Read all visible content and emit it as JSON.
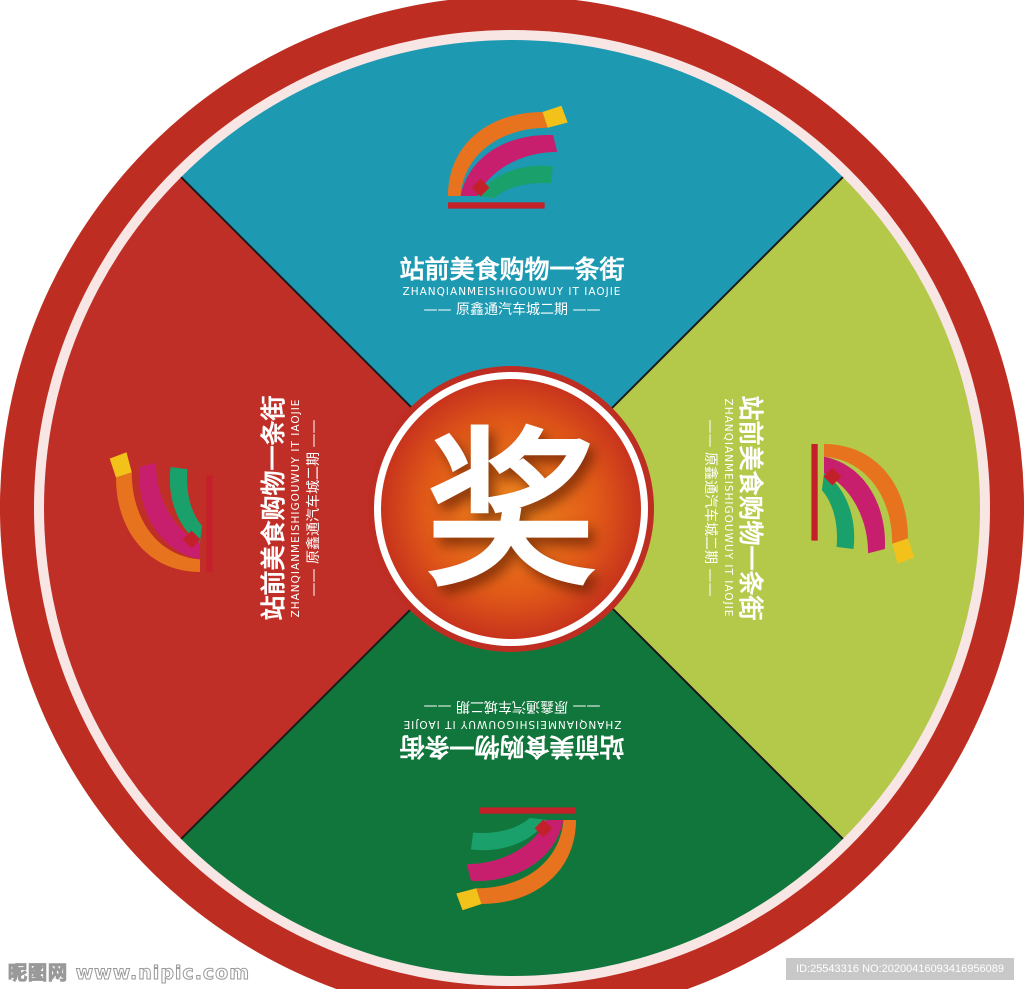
{
  "center": {
    "char": "奖"
  },
  "segment": {
    "title": "站前美食购物一条街",
    "pinyin": "ZHANQIANMEISHIGOUWUY IT IAOJIE",
    "subtitle": "—— 原鑫通汽车城二期 ——"
  },
  "colors": {
    "outer_ring": "#be2d22",
    "top": "#1d99b2",
    "right": "#b4c84a",
    "bottom": "#11763b",
    "left": "#bf2f27",
    "center": "#e8661a"
  },
  "watermark": {
    "site": "昵图网 www.nipic.com",
    "id": "ID:25543316 NO:20200416093416956089"
  }
}
